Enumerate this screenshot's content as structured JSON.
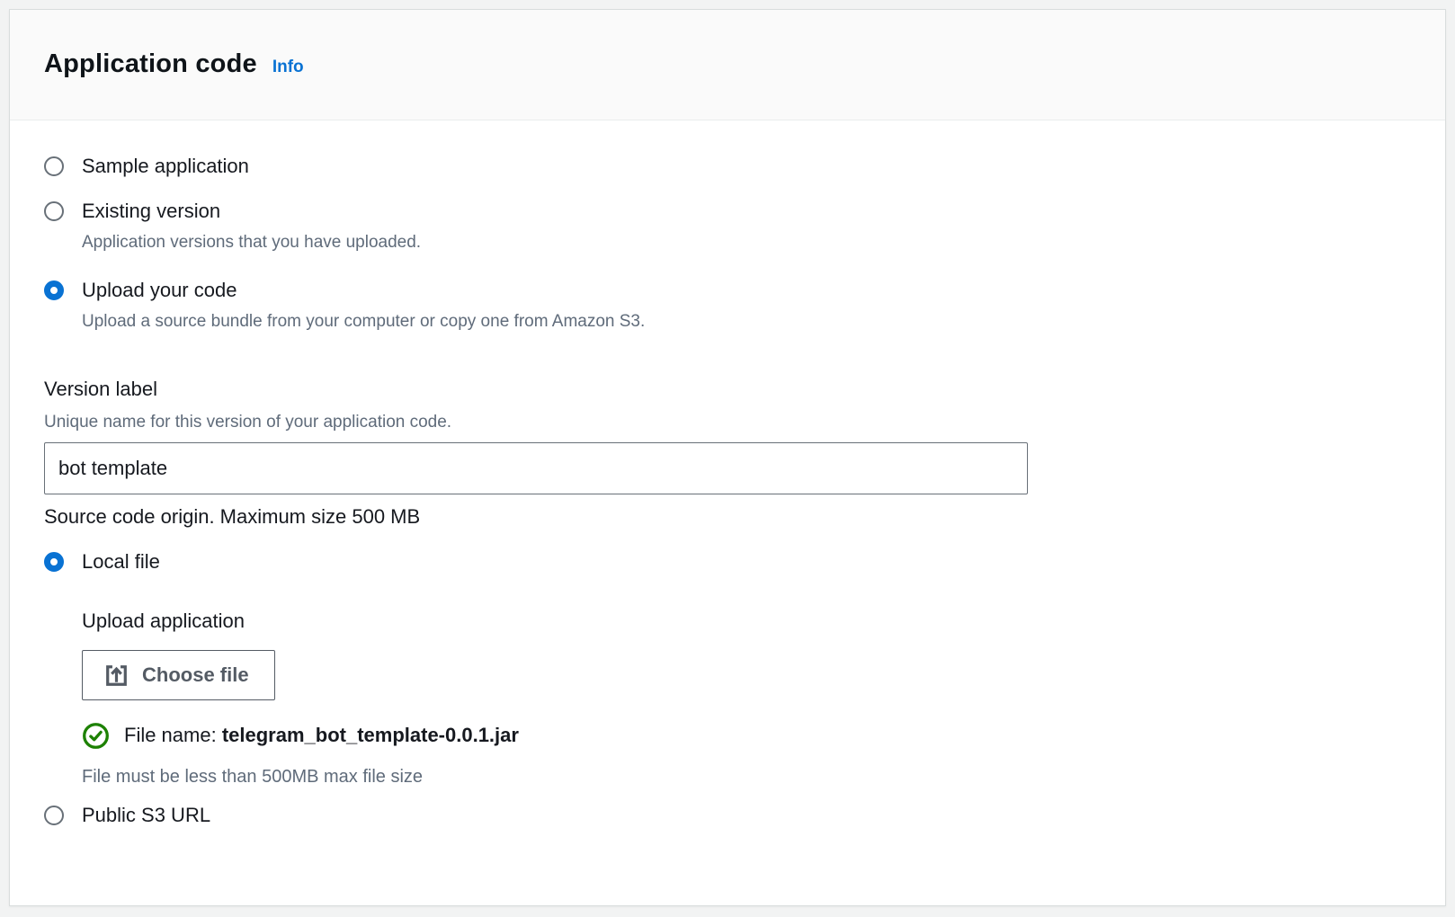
{
  "header": {
    "title": "Application code",
    "info_label": "Info"
  },
  "options": {
    "sample": {
      "label": "Sample application"
    },
    "existing": {
      "label": "Existing version",
      "description": "Application versions that you have uploaded."
    },
    "upload": {
      "label": "Upload your code",
      "description": "Upload a source bundle from your computer or copy one from Amazon S3."
    }
  },
  "version": {
    "label": "Version label",
    "hint": "Unique name for this version of your application code.",
    "value": "bot template"
  },
  "origin": {
    "label": "Source code origin. Maximum size 500 MB",
    "local_file_label": "Local file",
    "upload_application_label": "Upload application",
    "choose_file_label": "Choose file",
    "file_name_prefix": "File name: ",
    "file_name": "telegram_bot_template-0.0.1.jar",
    "file_constraint": "File must be less than 500MB max file size",
    "public_s3_label": "Public S3 URL"
  },
  "icons": {
    "upload": "upload-icon",
    "success": "success-check-icon"
  },
  "colors": {
    "accent_blue": "#0972d3",
    "success_green": "#1d8102",
    "text_primary": "#16191f",
    "text_secondary": "#5f6b7a",
    "border_gray": "#687078",
    "header_bg": "#fafafa",
    "page_bg": "#f2f3f3"
  }
}
